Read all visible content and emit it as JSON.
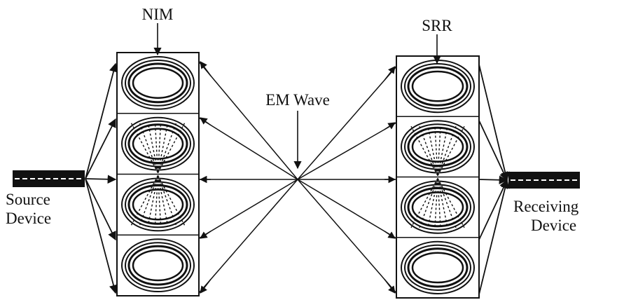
{
  "labels": {
    "nim": "NIM",
    "srr": "SRR",
    "em_wave": "EM Wave",
    "source_line1": "Source",
    "source_line2": "Device",
    "receiving_line1": "Receiving",
    "receiving_line2": "Device"
  },
  "structure": {
    "left_slab_cells": 4,
    "right_slab_cells": 4,
    "rings_per_cell": 3,
    "cells_with_dotted_fans": [
      1,
      2
    ]
  },
  "colors": {
    "line": "#111111",
    "dashes": "#ffffff",
    "background": "#ffffff"
  }
}
